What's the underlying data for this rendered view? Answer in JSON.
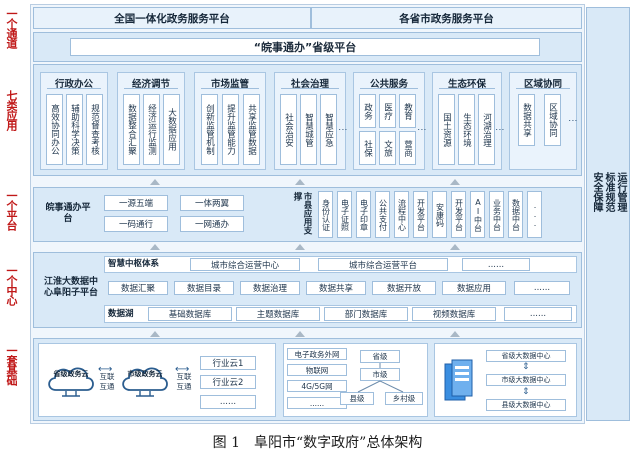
{
  "side_labels": [
    {
      "text": "一个通道"
    },
    {
      "text": "七类应用"
    },
    {
      "text": "一个平台"
    },
    {
      "text": "一个中心"
    },
    {
      "text": "一套基础"
    }
  ],
  "top": {
    "left": "全国一体化政务服务平台",
    "right": "各省市政务服务平台"
  },
  "provincial_platform": "“皖事通办”省级平台",
  "categories": [
    {
      "title": "行政办公",
      "items": [
        "高效协同办公",
        "辅助科学决策",
        "规范督查考核"
      ]
    },
    {
      "title": "经济调节",
      "items": [
        "数据整合汇聚",
        "经济运行监测",
        "大数据应用"
      ]
    },
    {
      "title": "市场监管",
      "items": [
        "创新监管机制",
        "提升监管能力",
        "共享监管数据"
      ]
    },
    {
      "title": "社会治理",
      "items": [
        "社会治安",
        "智慧城管",
        "智慧应急"
      ]
    },
    {
      "title": "公共服务",
      "items": [
        "政务",
        "医疗",
        "教育",
        "社保",
        "文旅",
        "营商"
      ]
    },
    {
      "title": "生态环保",
      "items": [
        "国土资源",
        "生态环境",
        "河湖治理"
      ]
    },
    {
      "title": "区域协同",
      "items": [
        "数据共享",
        "区域协同"
      ]
    }
  ],
  "platform": {
    "name": "皖事通办平台",
    "services": [
      "一源五端",
      "一体两翼",
      "一码通行",
      "一网通办"
    ],
    "support_title": "市县应用支撑",
    "support_items": [
      "身份认证",
      "电子证照",
      "电子印章",
      "公共支付",
      "流程中心",
      "开发平台",
      "安康码",
      "开发平台",
      "AI中台",
      "业务中台",
      "数据中台",
      "..."
    ]
  },
  "center": {
    "name": "江淮大数据中心阜阳子平台",
    "hub_label": "智慧中枢体系",
    "hub_items": [
      "城市综合运营中心",
      "城市综合运营平台",
      "......"
    ],
    "data_items": [
      "数据汇聚",
      "数据目录",
      "数据治理",
      "数据共享",
      "数据开放",
      "数据应用",
      "......"
    ],
    "lake_label": "数据湖",
    "lake_items": [
      "基础数据库",
      "主题数据库",
      "部门数据库",
      "视频数据库",
      "......"
    ]
  },
  "base": {
    "cloud_left": "省级政务云",
    "link1": "互联互通",
    "cloud_mid": "市级政务云",
    "link2": "互联互通",
    "industry": [
      "行业云1",
      "行业云2",
      "......"
    ],
    "networks": [
      "电子政务外网",
      "物联网",
      "4G/5G网",
      "......"
    ],
    "levels": [
      "省级",
      "市级",
      "县级",
      "乡村级"
    ],
    "big_data": [
      "省级大数据中心",
      "市级大数据中心",
      "县级大数据中心"
    ]
  },
  "right_column": {
    "col1": "标准规范",
    "col2": "运行管理",
    "col3": "安全保障"
  },
  "caption": "图 1　阜阳市“数字政府”总体架构",
  "colors": {
    "accent_red": "#c01818",
    "panel_blue": "#d9e9f7",
    "border_blue": "#9fbedc"
  }
}
